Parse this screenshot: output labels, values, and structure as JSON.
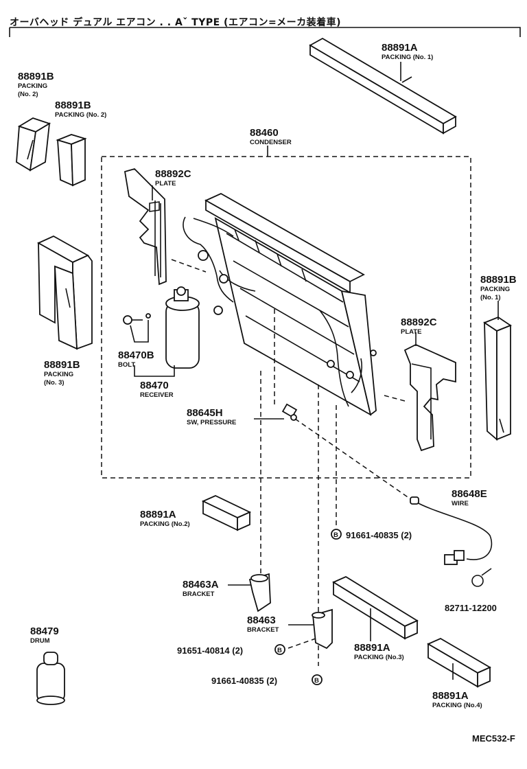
{
  "header": {
    "title": "オーバヘッド デュアル エアコン . . Aˇ TYPE (エアコン=メーカ装着車)"
  },
  "labels": {
    "p88891A_top": {
      "num": "88891A",
      "name": "PACKING (No. 1)"
    },
    "p88891B_a": {
      "num": "88891B",
      "name1": "PACKING",
      "name2": "(No. 2)"
    },
    "p88891B_b": {
      "num": "88891B",
      "name": "PACKING (No. 2)"
    },
    "p88460": {
      "num": "88460",
      "name": "CONDENSER"
    },
    "p88892C_l": {
      "num": "88892C",
      "name": "PLATE"
    },
    "p88892C_r": {
      "num": "88892C",
      "name": "PLATE"
    },
    "p88891B_r": {
      "num": "88891B",
      "name1": "PACKING",
      "name2": "(No. 1)"
    },
    "p88891B_c": {
      "num": "88891B",
      "name1": "PACKING",
      "name2": "(No. 3)"
    },
    "p88470B": {
      "num": "88470B",
      "name": "BOLT"
    },
    "p88470": {
      "num": "88470",
      "name": "RECEIVER"
    },
    "p88645H": {
      "num": "88645H",
      "name": "SW, PRESSURE"
    },
    "p88891A_2": {
      "num": "88891A",
      "name": "PACKING (No.2)"
    },
    "p88648E": {
      "num": "88648E",
      "name": "WIRE"
    },
    "p91661_a": {
      "text": "91661-40835 (2)",
      "marker": "B"
    },
    "p88463A": {
      "num": "88463A",
      "name": "BRACKET"
    },
    "p88463": {
      "num": "88463",
      "name": "BRACKET"
    },
    "p82711": {
      "text": "82711-12200"
    },
    "p88479": {
      "num": "88479",
      "name": "DRUM"
    },
    "p91651": {
      "text": "91651-40814 (2)",
      "marker": "B"
    },
    "p91661_b": {
      "text": "91661-40835 (2)",
      "marker": "B"
    },
    "p88891A_3": {
      "num": "88891A",
      "name": "PACKING (No.3)"
    },
    "p88891A_4": {
      "num": "88891A",
      "name": "PACKING (No.4)"
    }
  },
  "footer": {
    "code": "MEC532-F"
  }
}
